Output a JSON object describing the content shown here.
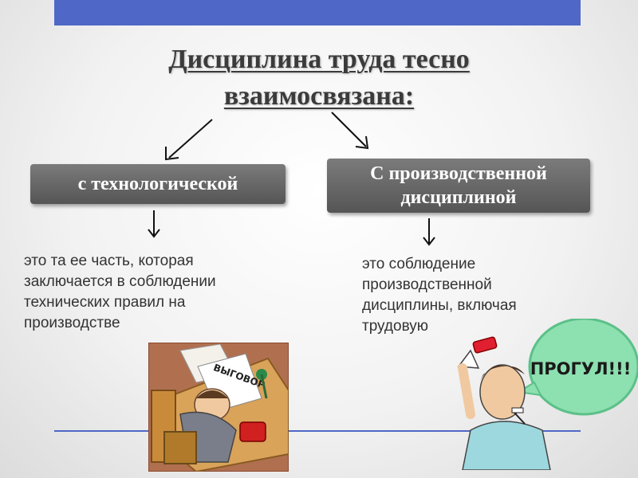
{
  "title": {
    "line1": "Дисциплина труда тесно",
    "line2": "взаимосвязана:"
  },
  "branches": {
    "left": {
      "label": "с технологической",
      "description": "это та ее  часть, которая заключается в соблюдении технических правил на производстве"
    },
    "right": {
      "label_line1": "С производственной",
      "label_line2": "дисциплиной",
      "description": "это соблюдение производственной дисциплины, включая трудовую"
    }
  },
  "illustrations": {
    "left_paper_text": "ВЫГОВОР",
    "right_bubble_text": "ПРОГУЛ!!!"
  },
  "colors": {
    "accent_bar": "#4f67c6",
    "box_fill": "#666666",
    "bubble_fill": "#8de0b0"
  }
}
